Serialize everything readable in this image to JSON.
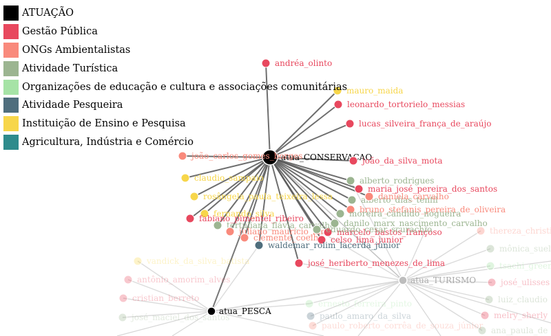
{
  "legend": [
    {
      "label": "ATUAÇÃO",
      "color": "#000000"
    },
    {
      "label": "Gestão Pública",
      "color": "#e8485e"
    },
    {
      "label": "ONGs Ambientalistas",
      "color": "#f98a7c"
    },
    {
      "label": "Atividade Turística",
      "color": "#9cb591"
    },
    {
      "label": "Organizações de educação e cultura e associações comunitárias",
      "color": "#a6e3a6"
    },
    {
      "label": "Atividade Pesqueira",
      "color": "#4f6e7d"
    },
    {
      "label": "Instituição de Ensino e Pesquisa",
      "color": "#f7d64a"
    },
    {
      "label": "Agricultura, Indústria e Comércio",
      "color": "#2e8b8c"
    }
  ],
  "hubs": [
    {
      "id": "cons",
      "label": "atua_CONSERVACAO"
    },
    {
      "id": "pesca",
      "label": "atua_PESCA"
    },
    {
      "id": "tur",
      "label": "atua_TURISMO"
    }
  ],
  "nodes": [
    {
      "label": "andréa_olinto",
      "cat": 1
    },
    {
      "label": "mauro_maida",
      "cat": 6
    },
    {
      "label": "leonardo_tortorielo_messias",
      "cat": 1
    },
    {
      "label": "lucas_silveira_frança_de_araújo",
      "cat": 1
    },
    {
      "label": "joão_carlos_gomes_borges",
      "cat": 2
    },
    {
      "label": "joão_da_silva_mota",
      "cat": 1
    },
    {
      "label": "claudio_sampaio",
      "cat": 6
    },
    {
      "label": "alberto_rodrigues",
      "cat": 3
    },
    {
      "label": "maria_josé_pereira_dos_santos",
      "cat": 1
    },
    {
      "label": "rosângela_paula_teixeira_lessa",
      "cat": 6
    },
    {
      "label": "alberto_dias_tenfil",
      "cat": 3
    },
    {
      "label": "daniela_carvalho",
      "cat": 2
    },
    {
      "label": "bruno_stefanis_pereira_de_oliveira",
      "cat": 2
    },
    {
      "label": "fernando_silva",
      "cat": 6
    },
    {
      "label": "fabiano_pimentel_ribeiro",
      "cat": 1
    },
    {
      "label": "moreira_cândido_nogueira",
      "cat": 3
    },
    {
      "label": "tertuliana_flávia_carvalho",
      "cat": 3
    },
    {
      "label": "danilo_marx_nascimento_carvalho",
      "cat": 3
    },
    {
      "label": "juliano_maurício_lima",
      "cat": 2
    },
    {
      "label": "marcelo_bastos_françoso",
      "cat": 1
    },
    {
      "label": "clemente_coelho",
      "cat": 2
    },
    {
      "label": "celso_lima_junior",
      "cat": 1
    },
    {
      "label": "waldemar_rolim_lacerda_júnior",
      "cat": 5
    },
    {
      "label": "josé_heriberto_menezes_de_lima",
      "cat": 1
    },
    {
      "label": "eduardo_cesar_scurachio",
      "cat": 3
    },
    {
      "label": "thereza_christina",
      "cat": 2
    },
    {
      "label": "mônica_suely",
      "cat": 3
    },
    {
      "label": "tsachi_green",
      "cat": 4
    },
    {
      "label": "josé_ulisses",
      "cat": 1
    },
    {
      "label": "luiz_claudio",
      "cat": 3
    },
    {
      "label": "melry_sherly",
      "cat": 1
    },
    {
      "label": "ana_paula_de",
      "cat": 3
    },
    {
      "label": "vandick_da_silva_batista",
      "cat": 6
    },
    {
      "label": "antônio_amorim_alves",
      "cat": 1
    },
    {
      "label": "cristian_berreto",
      "cat": 1
    },
    {
      "label": "josé_maciel_dos_santos",
      "cat": 3
    },
    {
      "label": "ernesto_ferreira_pinto",
      "cat": 4
    },
    {
      "label": "paulo_amaro_da_silva",
      "cat": 5
    },
    {
      "label": "paulo_roberto_corrêa_de_souza_júnior",
      "cat": 2
    }
  ]
}
